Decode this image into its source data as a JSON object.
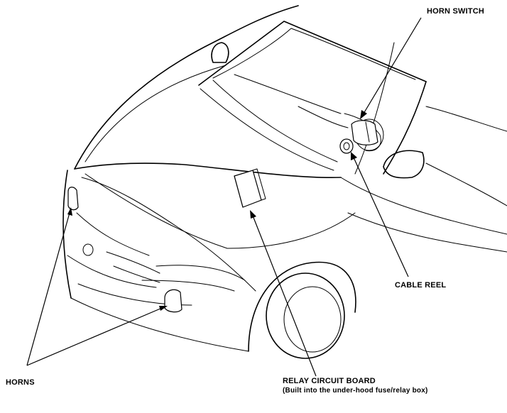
{
  "labels": {
    "horn_switch": "HORN SWITCH",
    "cable_reel": "CABLE REEL",
    "horns": "HORNS",
    "relay_circuit_board": "RELAY CIRCUIT BOARD",
    "relay_note": "(Built into the under-hood fuse/relay box)"
  }
}
